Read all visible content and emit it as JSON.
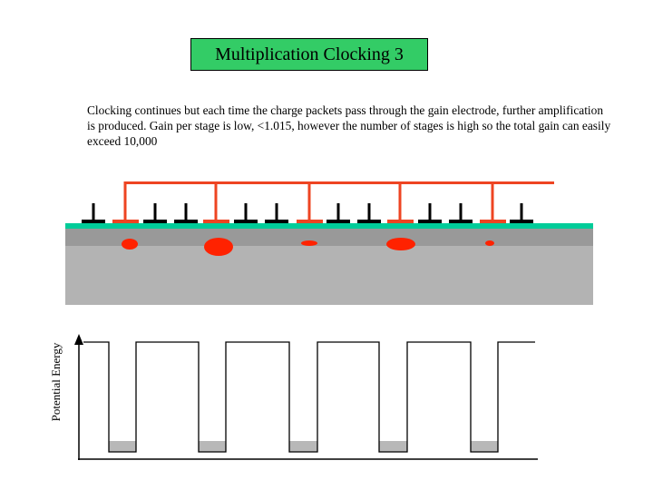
{
  "slide": {
    "title": "Multiplication Clocking 3",
    "description": "Clocking continues but each time the charge packets pass through the gain electrode, further amplification is produced. Gain per stage is low, <1.015, however the number of stages is high so the total gain can easily exceed 10,000"
  },
  "potential_plot": {
    "ylabel": "Potential Energy"
  },
  "colors": {
    "title_bg": "#33cc66",
    "gain_bus": "#ee4422",
    "charge": "#ff2200",
    "surface": "#00cc99",
    "substrate_dark": "#999999",
    "substrate_light": "#b3b3b3",
    "electrode": "#000000",
    "well_fill": "#b8b8b8"
  }
}
